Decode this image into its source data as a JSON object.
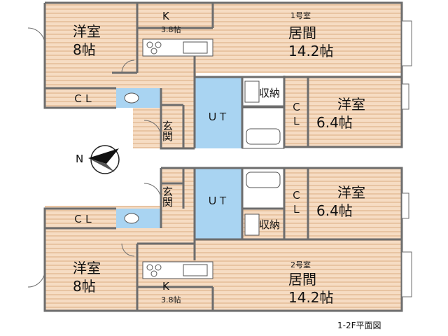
{
  "caption": "1-2F平面図",
  "unit1": {
    "number": "1号室",
    "living_name": "居間",
    "living_size": "14.2帖",
    "western_room_a_name": "洋室",
    "western_room_a_size": "8帖",
    "kitchen_name": "K",
    "kitchen_size": "3.8帖",
    "closet_a": "ＣＬ",
    "entrance": "玄関",
    "utility": "ＵＴ",
    "storage": "収納",
    "closet_b_top": "Ｃ",
    "closet_b_bottom": "Ｌ",
    "western_room_b_name": "洋室",
    "western_room_b_size": "6.4帖"
  },
  "unit2": {
    "number": "2号室",
    "living_name": "居間",
    "living_size": "14.2帖",
    "western_room_a_name": "洋室",
    "western_room_a_size": "8帖",
    "kitchen_name": "K",
    "kitchen_size": "3.8帖",
    "closet_a": "ＣＬ",
    "entrance": "玄関",
    "utility": "ＵＴ",
    "storage": "収納",
    "closet_b_top": "Ｃ",
    "closet_b_bottom": "Ｌ",
    "western_room_b_name": "洋室",
    "western_room_b_size": "6.4帖"
  },
  "compass_label": "N",
  "colors": {
    "floor": "#f6dcc3",
    "floor_stripe": "#e8c4a2",
    "wall": "#6d6d6d",
    "wet_area": "#a9d4f2",
    "background": "#ffffff"
  }
}
